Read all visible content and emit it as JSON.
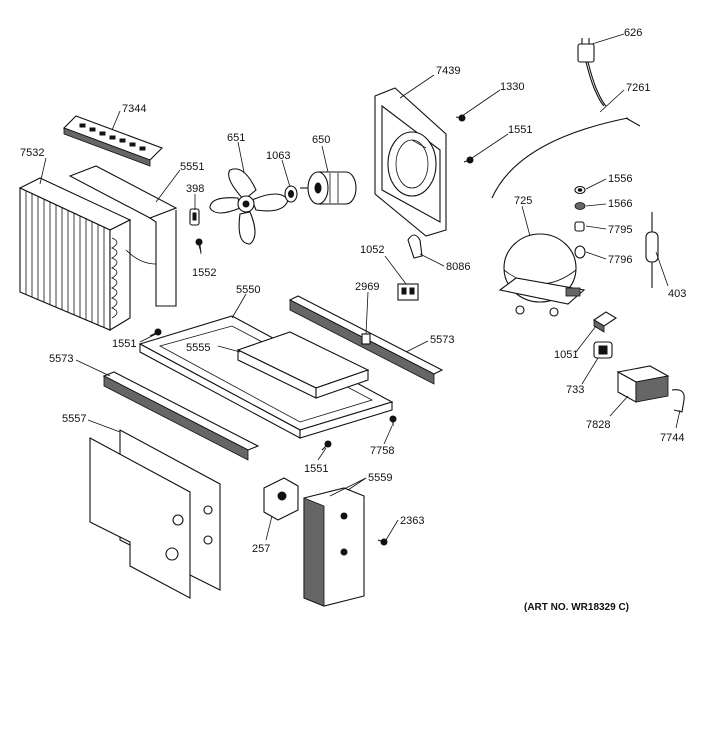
{
  "callouts": [
    {
      "id": "7344",
      "text": "7344"
    },
    {
      "id": "7532",
      "text": "7532"
    },
    {
      "id": "5551",
      "text": "5551"
    },
    {
      "id": "398",
      "text": "398"
    },
    {
      "id": "1552",
      "text": "1552"
    },
    {
      "id": "651",
      "text": "651"
    },
    {
      "id": "1063",
      "text": "1063"
    },
    {
      "id": "650",
      "text": "650"
    },
    {
      "id": "7439",
      "text": "7439"
    },
    {
      "id": "1330",
      "text": "1330"
    },
    {
      "id": "1551a",
      "text": "1551"
    },
    {
      "id": "626",
      "text": "626"
    },
    {
      "id": "7261",
      "text": "7261"
    },
    {
      "id": "1556",
      "text": "1556"
    },
    {
      "id": "1566",
      "text": "1566"
    },
    {
      "id": "7795",
      "text": "7795"
    },
    {
      "id": "7796",
      "text": "7796"
    },
    {
      "id": "725",
      "text": "725"
    },
    {
      "id": "403",
      "text": "403"
    },
    {
      "id": "1052",
      "text": "1052"
    },
    {
      "id": "8086",
      "text": "8086"
    },
    {
      "id": "2969",
      "text": "2969"
    },
    {
      "id": "5550",
      "text": "5550"
    },
    {
      "id": "5573a",
      "text": "5573"
    },
    {
      "id": "1551b",
      "text": "1551"
    },
    {
      "id": "5555",
      "text": "5555"
    },
    {
      "id": "5573b",
      "text": "5573"
    },
    {
      "id": "1051",
      "text": "1051"
    },
    {
      "id": "733",
      "text": "733"
    },
    {
      "id": "7828",
      "text": "7828"
    },
    {
      "id": "7744",
      "text": "7744"
    },
    {
      "id": "7758",
      "text": "7758"
    },
    {
      "id": "5557",
      "text": "5557"
    },
    {
      "id": "1551c",
      "text": "1551"
    },
    {
      "id": "5559",
      "text": "5559"
    },
    {
      "id": "2363",
      "text": "2363"
    },
    {
      "id": "257",
      "text": "257"
    }
  ],
  "art_note": "(ART NO. WR18329 C)"
}
